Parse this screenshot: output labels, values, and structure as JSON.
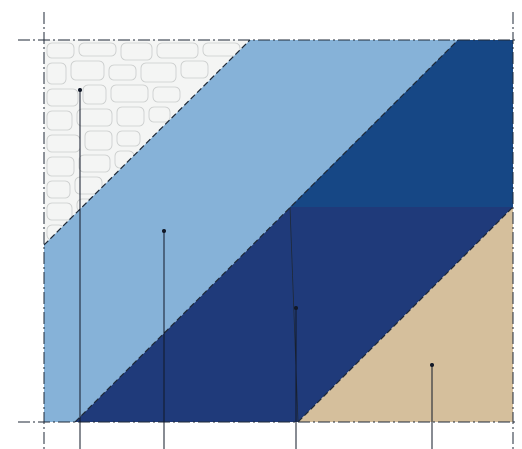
{
  "diagram": {
    "type": "layered-section",
    "colors": {
      "stone_fill": "#f4f5f4",
      "stone_line": "#c9cccb",
      "light_blue": "#86b2d8",
      "medium_blue": "#1f3a7a",
      "dark_blue": "#164785",
      "tan": "#d5bf9c",
      "outline": "#1f2937",
      "leader": "#111827"
    },
    "layers": [
      {
        "name": "stone-masonry",
        "pattern": "rubble-stone"
      },
      {
        "name": "light-blue-layer"
      },
      {
        "name": "medium-blue-layer"
      },
      {
        "name": "dark-blue-layer"
      },
      {
        "name": "tan-layer"
      }
    ],
    "callout_count": 4,
    "grid_style": "dash-dot"
  }
}
